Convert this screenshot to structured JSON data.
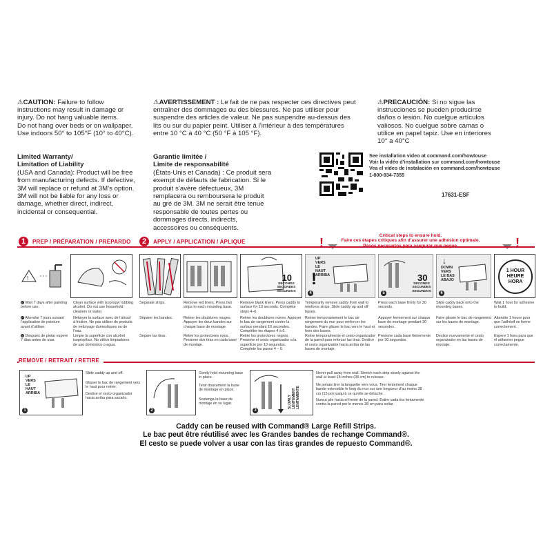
{
  "cautions": {
    "en": {
      "label": "CAUTION:",
      "text": "Failure to follow instructions may result in damage or injury. Do not hang valuable items.",
      "lines": [
        "Do not hang over beds or on wallpaper.",
        "Use indoors 50° to 105°F (10° to 40°C)."
      ]
    },
    "fr": {
      "label": "AVERTISSEMENT :",
      "text": "Le fait de ne pas respecter ces directives peut entraîner des dommages ou des blessures. Ne pas utiliser pour suspendre des articles de valeur. Ne pas suspendre au-dessus des lits ou sur du papier peint. Utiliser à l’intérieur à des températures entre 10 °C à 40 °C (50 °F à 105 °F)."
    },
    "es": {
      "label": "PRECAUCIÓN:",
      "text": "Si no sigue las instrucciones se pueden producirse daños o lesión. No cuelgue artículos valiosos. No cuelgue sobre camas o utilice en papel tapiz. Use en interiores 10° a 40°C"
    }
  },
  "warranty": {
    "en": {
      "head1": "Limited Warranty/",
      "head2": "Limitation of Liability",
      "text": "(USA and Canada): Product will be free from manufacturing defects. If defective, 3M will replace or refund at 3M’s option. 3M will not be liable for any loss or damage, whether direct, indirect, incidental or consequential."
    },
    "fr": {
      "head1": "Garantie limitée /",
      "head2": "Limite de responsabilité",
      "text": "(États-Unis et Canada) : Ce produit sera exempt de défauts de fabrication. Si le produit s’avère défectueux, 3M remplacera ou remboursera le produit au gré de 3M. 3M ne serait être tenue responsable de toutes pertes ou dommages directs, indirects, accessoires ou conséquents."
    }
  },
  "video": {
    "en": "See installation video at command.com/howtouse",
    "fr": "Voir la vidéo d’installation sur command.com/howtouse",
    "es": "Vea el vídeo de instalación en command.com/howtouse",
    "phone": "1-800-934-7355",
    "code": "17631-ESF"
  },
  "critical": {
    "en": "Critical steps to ensure hold.",
    "fr": "Faire ces étapes critiques afin d’assurer une adhésion optimale.",
    "es": "Pasos necesarios para asegurar que pegue."
  },
  "sections": {
    "prep": {
      "num": "1",
      "title": "PREP / PRÉPARATION / PREPARDO"
    },
    "apply": {
      "num": "2",
      "title": "APPLY / APPLICATION / APLIQUE"
    },
    "remove": {
      "title": "REMOVE / RETRAIT / RETIRE"
    }
  },
  "panels": {
    "p4_up": "UP VERS LE HAUT ARRIBA",
    "p3_seconds_num": "10",
    "p3_seconds": "SECONDS SECONDES SEGUNDOS",
    "p5_seconds_num": "30",
    "p5_seconds": "SECONDS SECONDES SEGUNDOS",
    "p6_down": "DOWN VERS LE BAS ABAJO",
    "p7_hour": "1 HOUR HEURE HORA",
    "r1_up": "UP VERS LE HAUT ARRIBA",
    "r3_slowly": "SLOWLY LENTEMENT LENTAMENTE"
  },
  "prep_steps": {
    "en": [
      "Wait 7 days after painting before use.",
      "Clean surface with isopropyl rubbing alcohol. Do not use household cleaners or water."
    ],
    "fr": [
      "Attendre 7 jours suivant l’application de peinture avant d’utiliser.",
      "Nettoyer la surface avec de l’alcool à friction. Ne pas utiliser de produits de nettoyage domestiques ou de l’eau."
    ],
    "es": [
      "Después de pintar espere 7 días antes de usar.",
      "Limpie la superficie con alcohol isopropílico. No utilice limpiadores de uso doméstico o agua."
    ]
  },
  "apply_steps": [
    {
      "en": "Separate strips.",
      "fr": "Séparer les bandes.",
      "es": "Separe las tiras."
    },
    {
      "en": "Remove red liners. Press two strips to each mounting base.",
      "fr": "Retirer les doublures rouges. Appuyer les deux bandes sur chaque base de montage.",
      "es": "Retire los protectores rojos. Presione dos tiras en cada base de montaje."
    },
    {
      "en": "Remove black liners. Press caddy to surface for 10 seconds. Complete steps 4–6.",
      "fr": "Retirer les doublures noires. Appuyer le bac de rangement contre la surface pendant 10 secondes. Compléter les étapes 4 à 6.",
      "es": "Retire los protectores negros. Presione el cesto organizador a la superficie por 10 segundos. Complete los pasos 4 – 6."
    },
    {
      "en": "Temporarily remove caddy from wall to reinforce strips. Slide caddy up and off bases.",
      "fr": "Retirer temporairement le bac de rangement du mur pour renforcer les bandes. Faire glisser le bac vers le haut et hors des bases.",
      "es": "Retire temporalmente el cesto organizador de la pared para reforzar las tiras. Deslice el cesto organizador hacia arriba de las bases de montaje."
    },
    {
      "en": "Press each base firmly for 30 seconds.",
      "fr": "Appuyer fermement sur chaque base de montage pendant 30 secondes.",
      "es": "Presione cada base firmemente por 30 segundos."
    },
    {
      "en": "Slide caddy back onto the mounting bases.",
      "fr": "Faire glisser le bac de rangement sur les bases de montage.",
      "es": "Deslice nuevamente el cesto organizador en las bases de montaje."
    },
    {
      "en": "Wait 1 hour for adhesive to build.",
      "fr": "Attendre 1 heure pour que l’adhésif se forme correctement.",
      "es": "Espere 1 hora para que el adhesivo pegue correctamente."
    }
  ],
  "remove_steps": [
    {
      "en": "Slide caddy up and off.",
      "fr": "Glisser le bac de rangement vers le haut pour retirer.",
      "es": "Deslice el cesto organizador hacia arriba para sacarlo."
    },
    {
      "en": "Gently hold mounting base in place.",
      "fr": "Tenir doucement la base de montage en place.",
      "es": "Sostenga la base de montaje en su lugar."
    },
    {
      "en": "Never pull away from wall. Stretch each strip slowly against the wall at least 15 inches (38 cm) to release.",
      "fr": "Ne jamais tirer la languette vers vous. Tirer lentement chaque bande extensible le long du mur sur une longueur d’au moins 38 cm (15 po) jusqu’à ce qu’elle se détache.",
      "es": "Nunca jale hacia el frente de la pared. Estire cada tira lentamente contra la pared por lo menos 38 cm para soltar."
    }
  ],
  "bottom": {
    "en": "Caddy can be reused with Command® Large Refill Strips.",
    "fr": "Le bac peut être réutilisé avec les Grandes bandes de rechange Command®.",
    "es": "El cesto se puede volver a usar con las tiras grandes de repuesto Command®."
  },
  "colors": {
    "accent": "#c8102e",
    "text": "#222222",
    "panel_gray": "#eeeeee"
  }
}
